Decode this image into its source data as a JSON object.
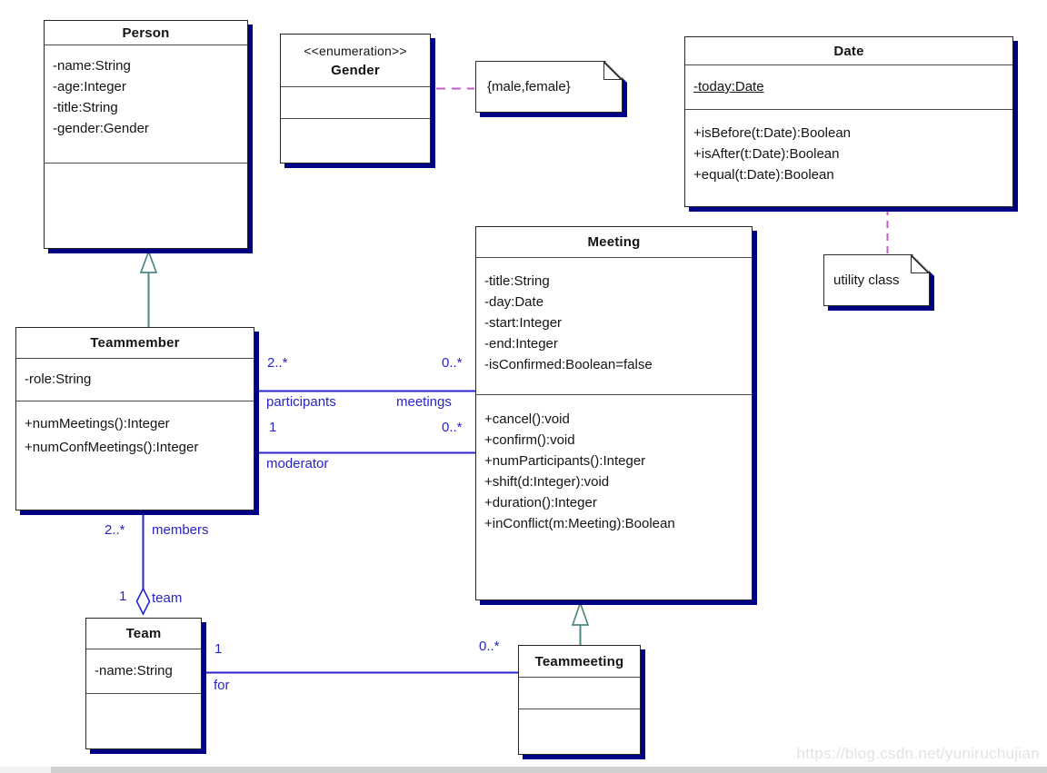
{
  "classes": {
    "person": {
      "name": "Person",
      "attributes": [
        "-name:String",
        "-age:Integer",
        "-title:String",
        "-gender:Gender"
      ]
    },
    "gender": {
      "stereotype": "<<enumeration>>",
      "name": "Gender"
    },
    "date": {
      "name": "Date",
      "attributes": [
        "-today:Date"
      ],
      "operations": [
        "+isBefore(t:Date):Boolean",
        "+isAfter(t:Date):Boolean",
        "+equal(t:Date):Boolean"
      ]
    },
    "meeting": {
      "name": "Meeting",
      "attributes": [
        "-title:String",
        "-day:Date",
        "-start:Integer",
        "-end:Integer",
        "-isConfirmed:Boolean=false"
      ],
      "operations": [
        "+cancel():void",
        "+confirm():void",
        "+numParticipants():Integer",
        "+shift(d:Integer):void",
        "+duration():Integer",
        "+inConflict(m:Meeting):Boolean"
      ]
    },
    "teammember": {
      "name": "Teammember",
      "attributes": [
        "-role:String"
      ],
      "operations": [
        "+numMeetings():Integer",
        "+numConfMeetings():Integer"
      ]
    },
    "team": {
      "name": "Team",
      "attributes": [
        "-name:String"
      ]
    },
    "teammeeting": {
      "name": "Teammeeting"
    }
  },
  "notes": {
    "gender_values": "{male,female}",
    "date_utility": "utility class"
  },
  "relationships": {
    "participants_meetings": {
      "mult_source": "2..*",
      "role_source": "participants",
      "mult_target": "0..*",
      "role_target": "meetings"
    },
    "moderator": {
      "mult_source": "1",
      "role_source": "moderator",
      "mult_target": "0..*"
    },
    "team_members": {
      "mult_members": "2..*",
      "role_members": "members",
      "mult_team": "1",
      "role_team": "team"
    },
    "team_for": {
      "mult_source": "1",
      "role_source": "for",
      "mult_target": "0..*"
    }
  },
  "watermark": "https://blog.csdn.net/yuniruchujian",
  "colors": {
    "shadow": "#000085",
    "association": "#2724c9",
    "generalization": "#4e8683",
    "note_link": "#c55ec5"
  }
}
